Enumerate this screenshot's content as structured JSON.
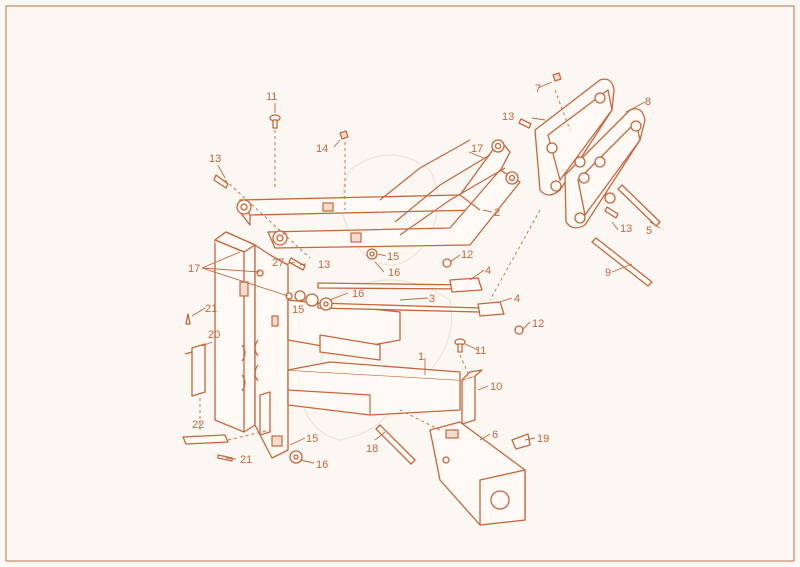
{
  "diagram": {
    "colors": {
      "line": "#c4673d",
      "background": "#fbf7f2",
      "fill": "#fffaf5",
      "watermark": "#efe3da"
    },
    "callouts": {
      "c1": "1",
      "c2": "2",
      "c3": "3",
      "c4a": "4",
      "c4b": "4",
      "c5": "5",
      "c6": "6",
      "c7": "7",
      "c8": "8",
      "c9": "9",
      "c10": "10",
      "c11a": "11",
      "c11b": "11",
      "c12a": "12",
      "c12b": "12",
      "c13a": "13",
      "c13b": "13",
      "c13c": "13",
      "c13d": "13",
      "c14": "14",
      "c15a": "15",
      "c15b": "15",
      "c15c": "15",
      "c16a": "16",
      "c16b": "16",
      "c16c": "16",
      "c17a": "17",
      "c17b": "17",
      "c18": "18",
      "c19": "19",
      "c20": "20",
      "c21a": "21",
      "c21b": "21",
      "c22": "22",
      "c27": "27"
    }
  }
}
